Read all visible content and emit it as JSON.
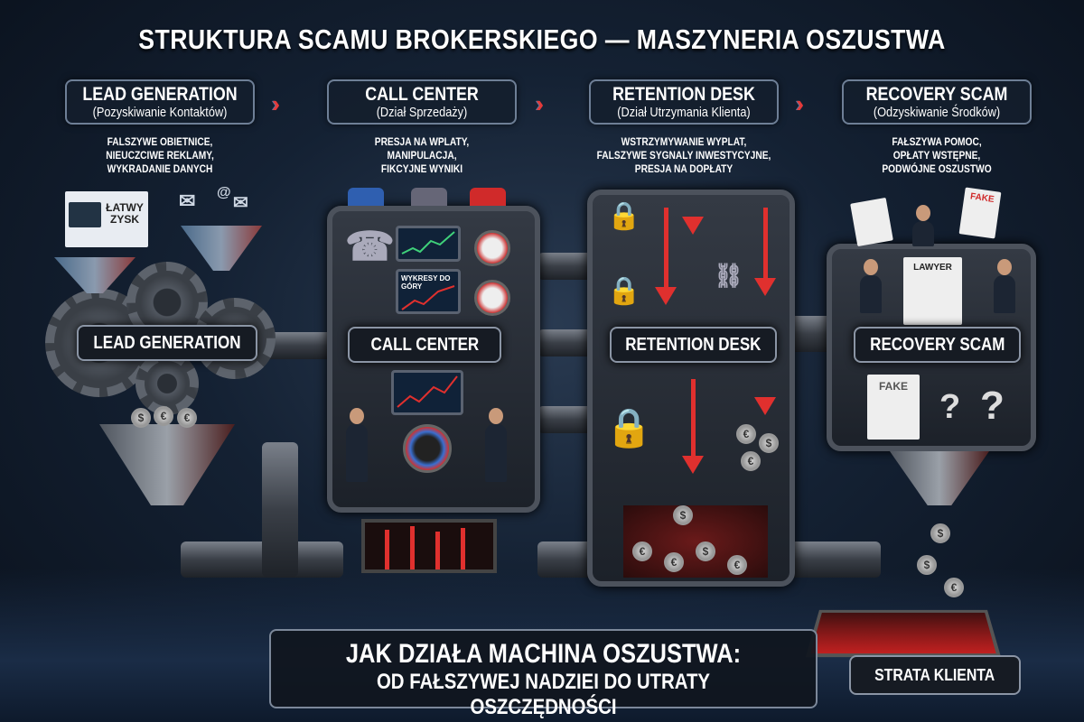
{
  "title": "STRUKTURA SCAMU BROKERSKIEGO — MASZYNERIA OSZUSTWA",
  "stages": [
    {
      "name": "LEAD GENERATION",
      "subtitle": "(Pozyskiwanie Kontaktów)",
      "desc": [
        "FALSZYWE OBIETNICE,",
        "NIEUCZCIWE REKLAMY,",
        "WYKRADANIE DANYCH"
      ],
      "label": "LEAD GENERATION"
    },
    {
      "name": "CALL CENTER",
      "subtitle": "(Dział Sprzedaży)",
      "desc": [
        "PRESJA NA WPLATY,",
        "MANIPULACJA,",
        "FIKCYJNE WYNIKI"
      ],
      "label": "CALL CENTER"
    },
    {
      "name": "RETENTION DESK",
      "subtitle": "(Dział Utrzymania Klienta)",
      "desc": [
        "WSTRZYMYWANIE WYPLAT,",
        "FALSZYWE SYGNALY INWESTYCYJNE,",
        "PRESJA NA DOPŁATY"
      ],
      "label": "RETENTION DESK"
    },
    {
      "name": "RECOVERY SCAM",
      "subtitle": "(Odzyskiwanie Środków)",
      "desc": [
        "FAŁSZYWA POMOC,",
        "OPŁATY WSTĘPNE,",
        "PODWÓJNE OSZUSTWO"
      ],
      "label": "RECOVERY SCAM"
    }
  ],
  "ad": {
    "headline": "ŁATWY ZYSK"
  },
  "chart_screen": {
    "text": "WYKRESY DO GÓRY"
  },
  "recovery": {
    "doc1": "LAWYER",
    "doc2": "FAKE",
    "doc3": "FAKE"
  },
  "bottom": {
    "line1": "JAK DZIAŁA MACHINA OSZUSTWA:",
    "line2": "OD FAŁSZYWEJ NADZIEI DO UTRATY OSZCZĘDNOŚCI"
  },
  "loss_label": "STRATA KLIENTA",
  "colors": {
    "accent_red": "#e0302e",
    "accent_blue": "#4d86b8",
    "background": "#0d1522"
  }
}
